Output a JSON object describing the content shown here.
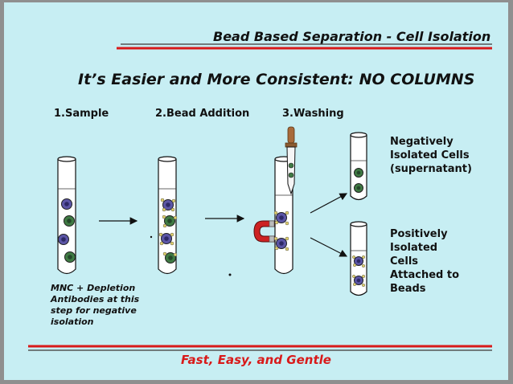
{
  "header": {
    "title": "Bead Based Separation - Cell Isolation"
  },
  "main": {
    "heading": "It’s Easier and More Consistent: NO COLUMNS",
    "steps": [
      "1.Sample",
      "2.Bead Addition",
      "3.Washing"
    ]
  },
  "labels": {
    "negative": "Negatively\nIsolated Cells\n(supernatant)",
    "positive": "Positively\nIsolated\nCells\nAttached to\nBeads",
    "mnc_note": "MNC + Depletion\nAntibodies at this\nstep for negative\nisolation"
  },
  "footer": {
    "tagline": "Fast, Easy, and Gentle"
  },
  "colors": {
    "background": "#c7eef3",
    "frame": "#8f8f8f",
    "accent_red": "#d81a1a",
    "cell_blue": "#5b55a6",
    "cell_green": "#3f7a43",
    "bead_yellow": "#e4d36a",
    "magnet_red": "#cc2222"
  },
  "icons": {
    "tubes": "test-tube-icon",
    "magnet": "magnet-icon",
    "pipette": "pipette-icon",
    "arrows": "arrow-icon"
  }
}
